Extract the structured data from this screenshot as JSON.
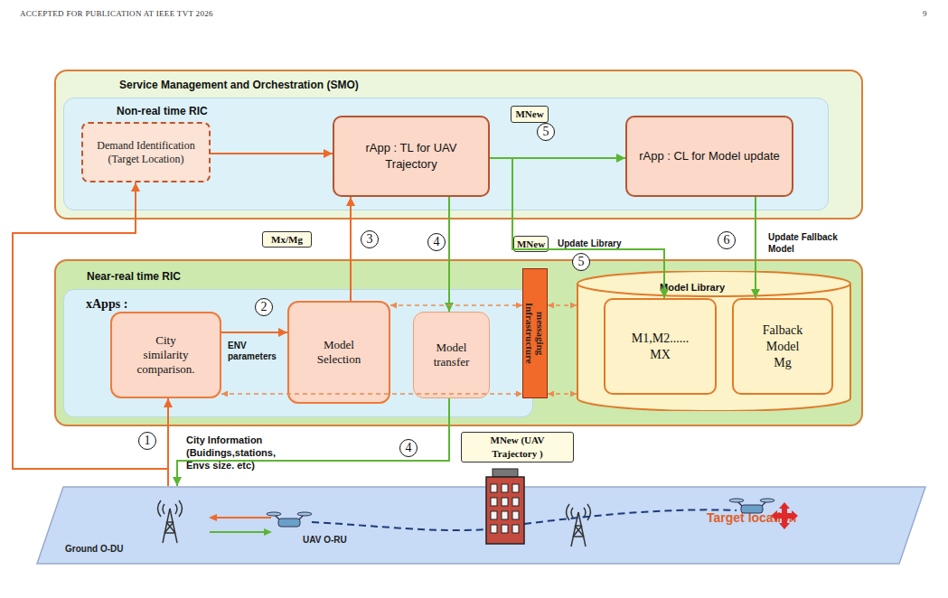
{
  "diagram": {
    "nodes": [
      {
        "text": [
          "Service Management and Orchestration (SMO)"
        ]
      },
      {
        "text": [
          "Non-real time RIC"
        ],
        "in": 0
      },
      {
        "text": [
          "Demand Identification (Target Location)"
        ],
        "in": 1
      },
      {
        "text": [
          "rApp : TL for UAV Trajectory"
        ],
        "in": 1
      },
      {
        "text": [
          "MNew"
        ],
        "in": 1
      },
      {
        "text": [
          "rApp : CL for Model update"
        ],
        "in": 1
      },
      {
        "text": [
          "Mx/Mg"
        ]
      },
      {
        "text": [
          "MNew"
        ]
      },
      {
        "text": [
          "Near-real time RIC"
        ]
      },
      {
        "text": [
          "xApps :"
        ],
        "in": 8
      },
      {
        "text": [
          "City similarity comparison."
        ],
        "in": 9
      },
      {
        "text": [
          "Model Selection"
        ],
        "in": 9
      },
      {
        "text": [
          "Model transfer"
        ],
        "in": 9
      },
      {
        "text": [
          "messaging Infrastructure"
        ],
        "in": 8
      },
      {
        "text": [
          "Model Library"
        ],
        "in": 8
      },
      {
        "text": [
          "M1,M2...... MX"
        ],
        "in": 14
      },
      {
        "text": [
          "Falback Model Mg"
        ],
        "in": 14
      },
      {
        "text": [
          "MNew (UAV Trajectory )"
        ]
      },
      {
        "text": [
          "Ground O-DU",
          "UAV O-RU",
          "Target location"
        ]
      }
    ],
    "edges": [
      {
        "from": 18,
        "to": 10,
        "arrow": "to"
      },
      {
        "from": 18,
        "to": 2,
        "arrow": "to"
      },
      {
        "from": 2,
        "to": 3,
        "arrow": "to"
      },
      {
        "from": 10,
        "to": 11,
        "label": "ENV parameters",
        "arrow": "to"
      },
      {
        "from": 11,
        "to": 3,
        "arrow": "to"
      },
      {
        "from": 3,
        "to": 12,
        "arrow": "to"
      },
      {
        "from": 12,
        "to": 18,
        "arrow": "to"
      },
      {
        "from": 3,
        "to": 5,
        "arrow": "to"
      },
      {
        "from": 3,
        "to": 15,
        "arrow": "to"
      },
      {
        "from": 5,
        "to": 16,
        "arrow": "to"
      },
      {
        "from": 11,
        "to": 13,
        "arrow": "both"
      },
      {
        "from": 10,
        "to": 13,
        "arrow": "both"
      },
      {
        "from": 13,
        "to": 14,
        "arrow": "both"
      },
      {
        "from": 13,
        "to": 14,
        "arrow": "both"
      }
    ],
    "labels": [
      "ACCEPTED FOR PUBLICATION AT IEEE TVT 2026",
      "9",
      "1",
      "2",
      "3",
      "4",
      "4",
      "5",
      "5",
      "6",
      "City Information (Buidings,stations, Envs size. etc)",
      "Update Library",
      "Update Fallback Model"
    ]
  }
}
